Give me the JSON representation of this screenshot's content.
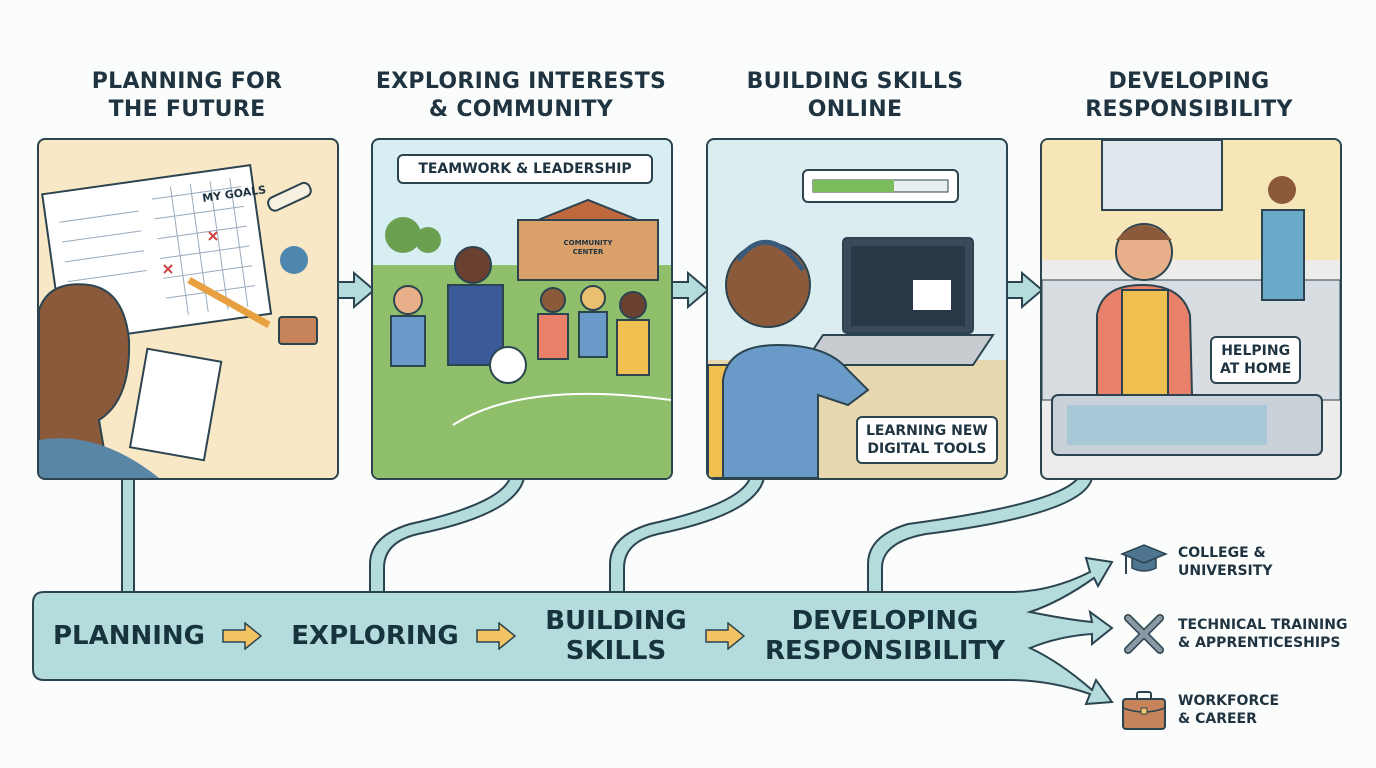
{
  "panels": [
    {
      "title": "PLANNING FOR\nTHE FUTURE",
      "title_l1": "PLANNING FOR",
      "title_l2": "THE FUTURE",
      "label": "MY GOALS"
    },
    {
      "title_l1": "EXPLORING INTERESTS",
      "title_l2": "& COMMUNITY",
      "banner": "TEAMWORK & LEADERSHIP",
      "building_l1": "COMMUNITY",
      "building_l2": "CENTER"
    },
    {
      "title_l1": "BUILDING SKILLS",
      "title_l2": "ONLINE",
      "callout_l1": "LEARNING NEW",
      "callout_l2": "DIGITAL TOOLS",
      "progress": 0.6
    },
    {
      "title_l1": "DEVELOPING",
      "title_l2": "RESPONSIBILITY",
      "callout_l1": "HELPING",
      "callout_l2": "AT HOME"
    }
  ],
  "pathway": {
    "stages": [
      {
        "l1": "PLANNING"
      },
      {
        "l1": "EXPLORING"
      },
      {
        "l1": "BUILDING",
        "l2": "SKILLS"
      },
      {
        "l1": "DEVELOPING",
        "l2": "RESPONSIBILITY"
      }
    ]
  },
  "outcomes": [
    {
      "icon": "graduation-cap-icon",
      "l1": "COLLEGE &",
      "l2": "UNIVERSITY"
    },
    {
      "icon": "wrench-tools-icon",
      "l1": "TECHNICAL TRAINING",
      "l2": "& APPRENTICESHIPS"
    },
    {
      "icon": "briefcase-icon",
      "l1": "WORKFORCE",
      "l2": "& CAREER"
    }
  ],
  "colors": {
    "band": "#b4dcdc",
    "outline": "#2c4450",
    "arrow": "#f2c464",
    "text": "#1f3440"
  }
}
